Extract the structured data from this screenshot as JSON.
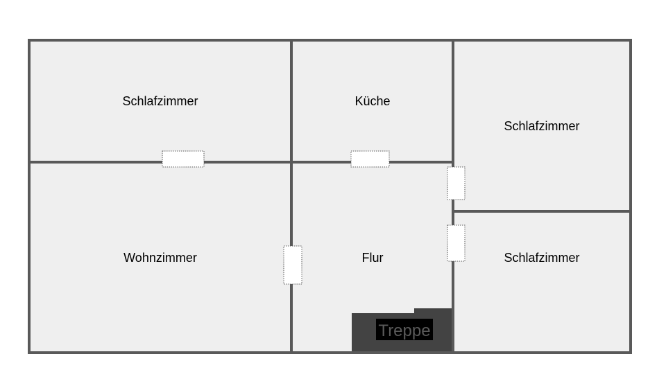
{
  "colors": {
    "room_fill": "#efefef",
    "wall": "#595959",
    "door_fill": "#ffffff",
    "door_border": "#595959",
    "stairs_fill": "#434343",
    "stairs_label_bg": "#000000",
    "stairs_label_text": "#5a5a5a"
  },
  "rooms": {
    "bedroom_top_left": "Schlafzimmer",
    "kitchen": "Küche",
    "bedroom_right_top": "Schlafzimmer",
    "living_room": "Wohnzimmer",
    "hallway": "Flur",
    "bedroom_right_bottom": "Schlafzimmer"
  },
  "stairs": {
    "label": "Treppe"
  }
}
